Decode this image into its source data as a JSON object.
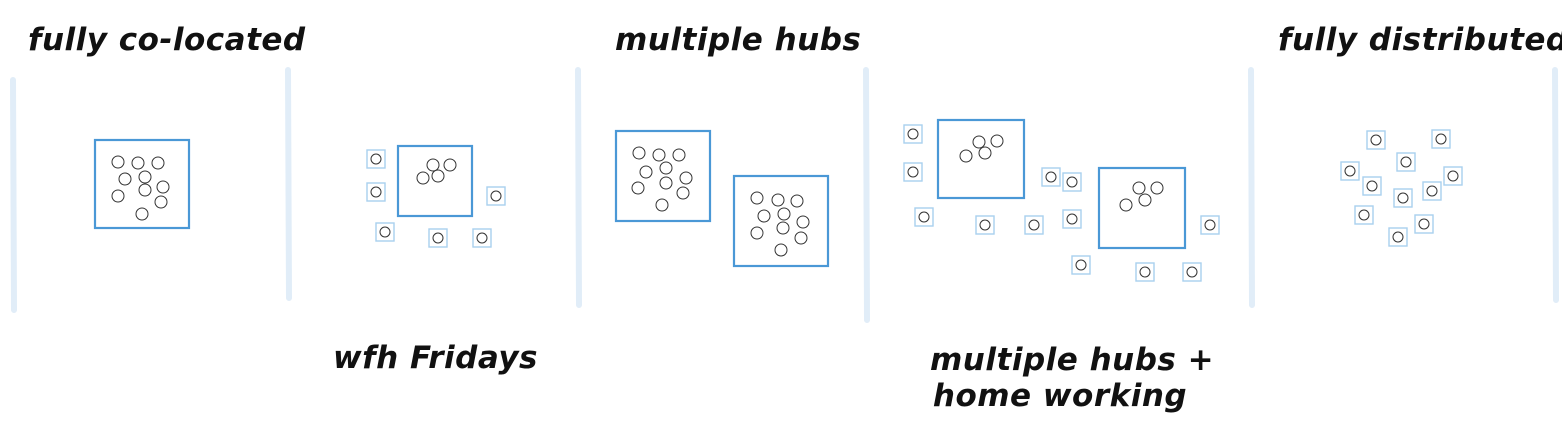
{
  "labels": {
    "fully_colocated": "fully co-located",
    "wfh_fridays": "wfh Fridays",
    "multiple_hubs": "multiple hubs",
    "multiple_hubs_home_line1": "multiple hubs +",
    "multiple_hubs_home_line2": "home working",
    "fully_distributed": "fully distributed"
  },
  "colors": {
    "office": "#4a98d6",
    "home": "#a9d0ee",
    "divider": "#e1edf8",
    "person": "#333333"
  }
}
